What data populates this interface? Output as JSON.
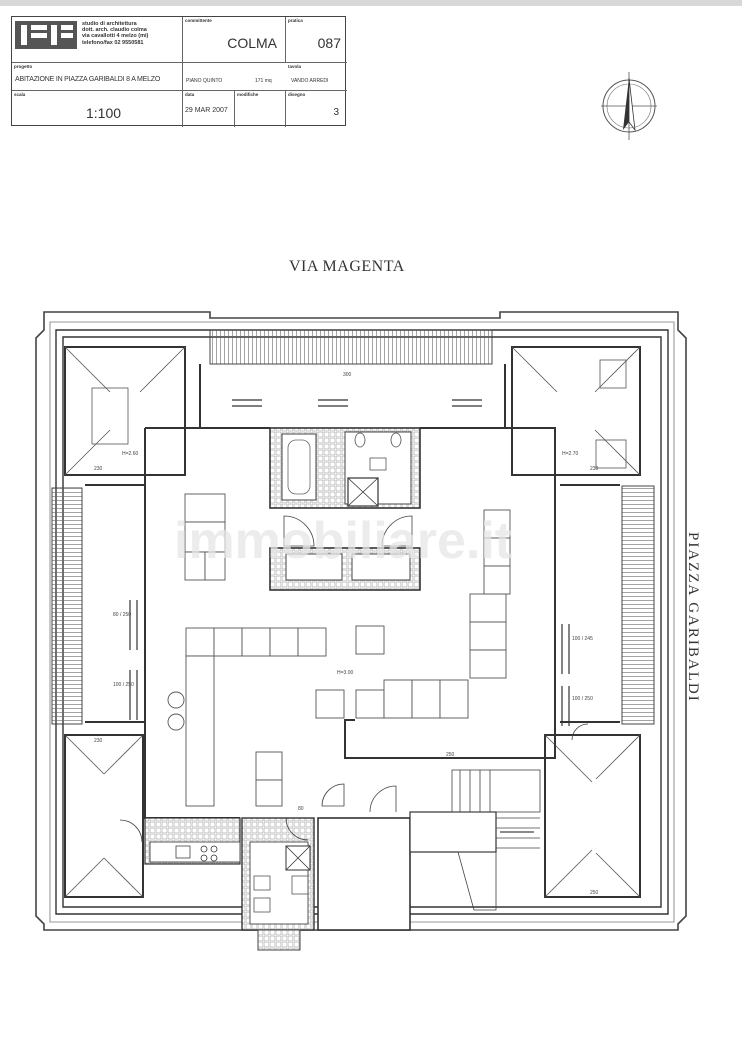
{
  "title_block": {
    "studio": [
      "studio di architettura",
      "dott. arch. claudio colma",
      "via cavallotti 4  melzo (mi)",
      "telefono/fax  02 9550581"
    ],
    "committente_label": "committente",
    "committente": "COLMA",
    "pratica_label": "pratica",
    "pratica": "087",
    "progetto_label": "progetto",
    "progetto": "ABITAZIONE IN PIAZZA GARIBALDI 8 A MELZO",
    "tavola_label": "tavola",
    "piano": "PIANO QUINTO",
    "mq": "171 mq",
    "tavola_note": "VANDO ARREDI",
    "scala_label": "scala",
    "scala": "1:100",
    "data_label": "data",
    "data": "29 MAR 2007",
    "modifiche_label": "modifiche",
    "disegno_label": "disegno",
    "disegno": "3"
  },
  "streets": {
    "north": "VIA MAGENTA",
    "east": "PIAZZA GARIBALDI"
  },
  "watermark": "immobiliare.it",
  "dimensions": {
    "top_span": "300",
    "ceiling_main": "H=3.00",
    "ceiling_left": "H=2.60",
    "ceiling_right": "H=2.70",
    "win_left_1": "80 / 250",
    "win_left_2": "100 / 250",
    "win_right_1": "100 / 245",
    "win_right_2": "100 / 250",
    "corner_dim_tl": "230",
    "corner_dim_tr": "230",
    "corner_dim_bl": "230",
    "corner_dim_br": "250",
    "corridor": "250",
    "door_w": "80"
  }
}
